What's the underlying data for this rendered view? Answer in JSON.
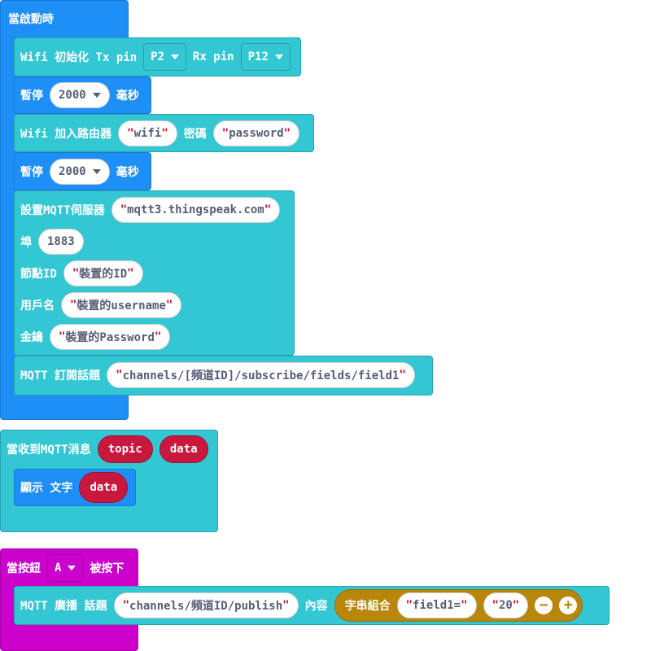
{
  "on_start": {
    "label": "當啟動時",
    "wifi_init": {
      "prefix": "Wifi 初始化 Tx pin",
      "tx": "P2",
      "rx_label": "Rx pin",
      "rx": "P12"
    },
    "pause1": {
      "label": "暫停",
      "value": "2000",
      "unit": "毫秒"
    },
    "wifi_join": {
      "prefix": "Wifi 加入路由器",
      "ssid": "wifi",
      "pw_label": "密碼",
      "password": "password"
    },
    "pause2": {
      "label": "暫停",
      "value": "2000",
      "unit": "毫秒"
    },
    "mqtt_setup": {
      "server_label": "設置MQTT伺服器",
      "server": "mqtt3.thingspeak.com",
      "port_label": "埠",
      "port": "1883",
      "node_label": "節點ID",
      "node": "裝置的ID",
      "user_label": "用戶名",
      "user": "裝置的username",
      "key_label": "金鑰",
      "key": "裝置的Password"
    },
    "subscribe": {
      "label": "MQTT 訂閱話題",
      "topic": "channels/[頻道ID]/subscribe/fields/field1"
    }
  },
  "on_mqtt": {
    "label": "當收到MQTT消息",
    "var1": "topic",
    "var2": "data",
    "show": {
      "label": "顯示 文字",
      "var": "data"
    }
  },
  "on_button": {
    "label": "當按鈕",
    "button": "A",
    "suffix": "被按下",
    "publish": {
      "label": "MQTT 廣播 話題",
      "topic": "channels/頻道ID/publish",
      "content_label": "內容",
      "join_label": "字串組合",
      "s1": "field1=",
      "s2": "20"
    }
  },
  "quote": "\""
}
